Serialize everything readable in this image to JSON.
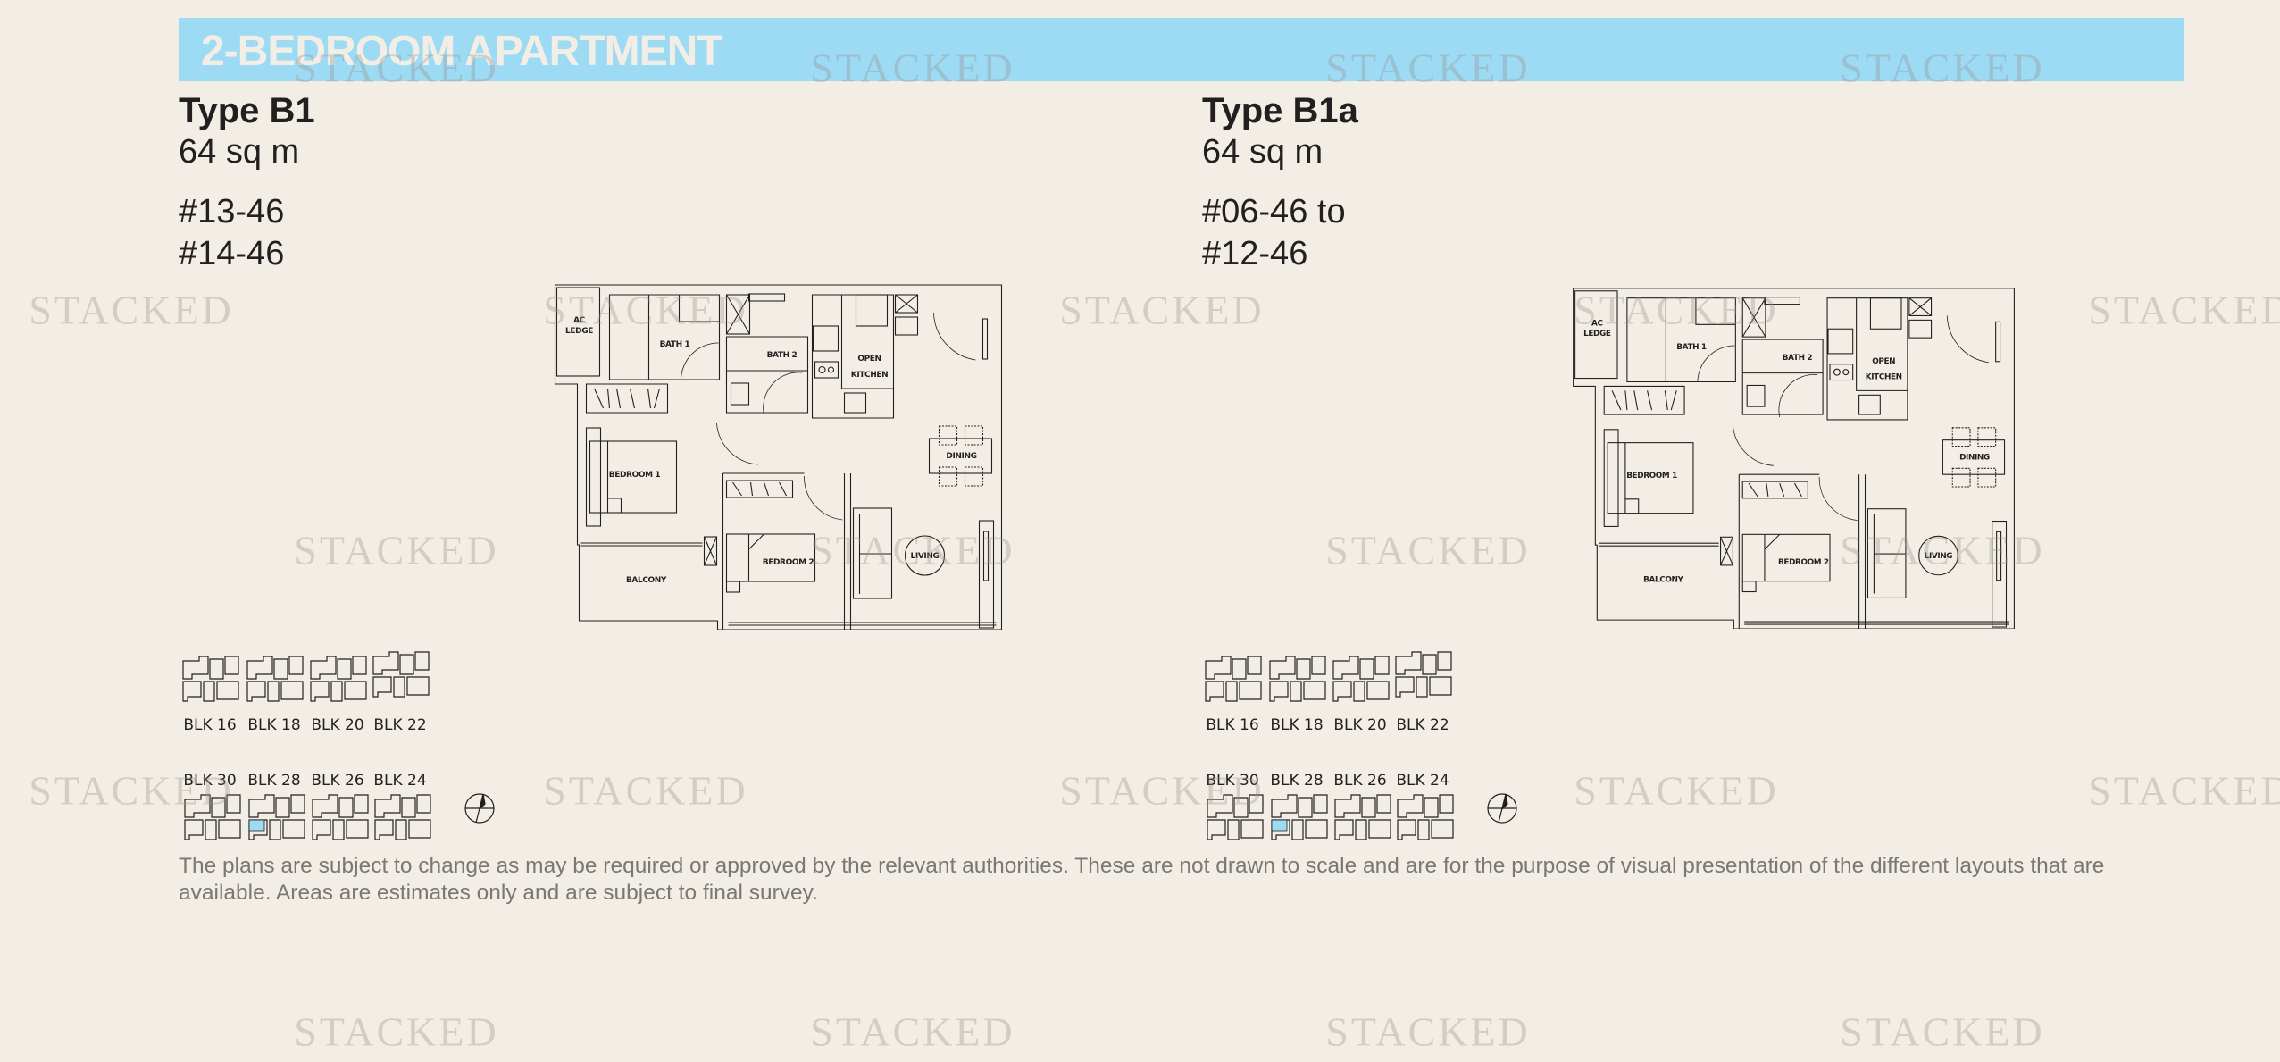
{
  "header": {
    "title": "2-BEDROOM APARTMENT",
    "color": "#9ddbf5"
  },
  "watermark": "STACKED",
  "plans": [
    {
      "type": "Type B1",
      "area": "64 sq m",
      "units": [
        "#13-46",
        "#14-46"
      ],
      "rooms": {
        "ac_ledge": [
          "AC",
          "LEDGE"
        ],
        "bath1": "BATH 1",
        "bath2": "BATH 2",
        "kitchen": [
          "OPEN",
          "KITCHEN"
        ],
        "dining": "DINING",
        "bedroom1": "BEDROOM 1",
        "bedroom2": "BEDROOM 2",
        "living": "LIVING",
        "balcony": "BALCONY"
      }
    },
    {
      "type": "Type B1a",
      "area": "64 sq m",
      "units": [
        "#06-46 to",
        "#12-46"
      ],
      "rooms": {
        "ac_ledge": [
          "AC",
          "LEDGE"
        ],
        "bath1": "BATH 1",
        "bath2": "BATH 2",
        "kitchen": [
          "OPEN",
          "KITCHEN"
        ],
        "dining": "DINING",
        "bedroom1": "BEDROOM 1",
        "bedroom2": "BEDROOM 2",
        "living": "LIVING",
        "balcony": "BALCONY"
      }
    }
  ],
  "key_plan": {
    "top_row": [
      "BLK 16",
      "BLK 18",
      "BLK 20",
      "BLK 22"
    ],
    "bottom_row": [
      "BLK 30",
      "BLK 28",
      "BLK 26",
      "BLK 24"
    ],
    "highlight_block": "BLK 28",
    "highlight_color": "#9ddbf5",
    "compass": "north-arrow-icon"
  },
  "disclaimer": "The plans are subject to change as may be required or approved by the relevant authorities. These are not drawn to scale and are for the purpose of visual presentation of the different layouts that are available. Areas are estimates only and are subject to final survey."
}
